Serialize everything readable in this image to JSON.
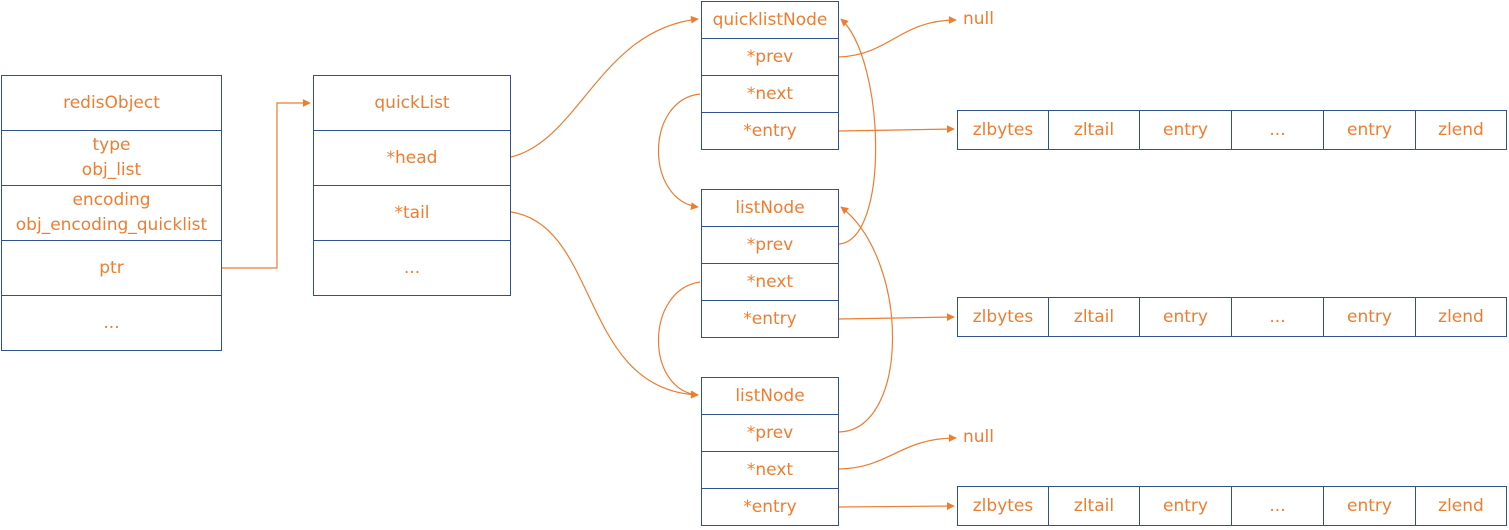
{
  "redisObject": {
    "title": "redisObject",
    "type_field": "type\nobj_list",
    "encoding_field": "encoding\nobj_encoding_quicklist",
    "ptr_field": "ptr",
    "more": "..."
  },
  "quickList": {
    "title": "quickList",
    "head": "*head",
    "tail": "*tail",
    "more": "..."
  },
  "nodes": [
    {
      "title": "quicklistNode",
      "prev": "*prev",
      "next": "*next",
      "entry": "*entry"
    },
    {
      "title": "listNode",
      "prev": "*prev",
      "next": "*next",
      "entry": "*entry"
    },
    {
      "title": "listNode",
      "prev": "*prev",
      "next": "*next",
      "entry": "*entry"
    }
  ],
  "ziplist": [
    "zlbytes",
    "zltail",
    "entry",
    "...",
    "entry",
    "zlend"
  ],
  "null_label": "null",
  "colors": {
    "box_border": "#2F528F",
    "text_and_arrows": "#ED7D31"
  }
}
